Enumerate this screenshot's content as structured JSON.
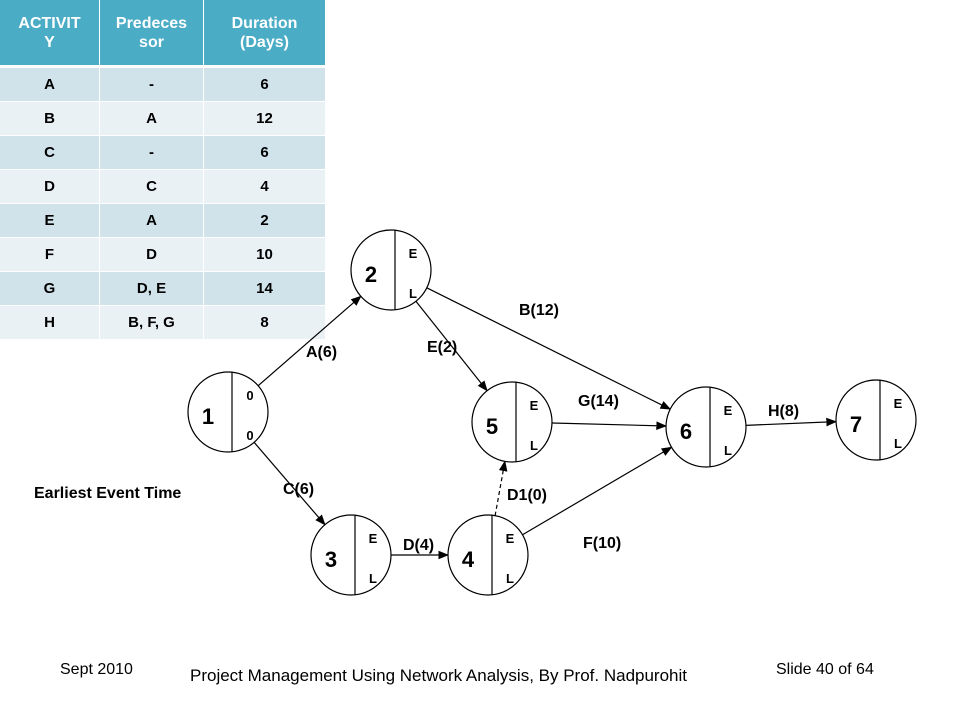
{
  "table": {
    "headers": [
      "ACTIVITY",
      "Predecessor",
      "Duration (Days)"
    ],
    "header_display": [
      "ACTIVIT<br>Y",
      "Predeces<br>sor",
      "Duration<br>(Days)"
    ],
    "rows": [
      [
        "A",
        "-",
        "6"
      ],
      [
        "B",
        "A",
        "12"
      ],
      [
        "C",
        "-",
        "6"
      ],
      [
        "D",
        "C",
        "4"
      ],
      [
        "E",
        "A",
        "2"
      ],
      [
        "F",
        "D",
        "10"
      ],
      [
        "G",
        "D, E",
        "14"
      ],
      [
        "H",
        "B, F, G",
        "8"
      ]
    ],
    "colors": {
      "header_bg": "#4bacc6",
      "row_odd": "#d0e3ea",
      "row_even": "#e9f1f5"
    }
  },
  "network": {
    "nodes": [
      {
        "id": "1",
        "top": "0",
        "bottom": "0"
      },
      {
        "id": "2",
        "top": "E",
        "bottom": "L"
      },
      {
        "id": "3",
        "top": "E",
        "bottom": "L"
      },
      {
        "id": "4",
        "top": "E",
        "bottom": "L"
      },
      {
        "id": "5",
        "top": "E",
        "bottom": "L"
      },
      {
        "id": "6",
        "top": "E",
        "bottom": "L"
      },
      {
        "id": "7",
        "top": "E",
        "bottom": "L"
      }
    ],
    "edges": [
      {
        "from": "1",
        "to": "2",
        "label": "A(6)"
      },
      {
        "from": "2",
        "to": "6",
        "label": "B(12)"
      },
      {
        "from": "2",
        "to": "5",
        "label": "E(2)"
      },
      {
        "from": "1",
        "to": "3",
        "label": "C(6)"
      },
      {
        "from": "3",
        "to": "4",
        "label": "D(4)"
      },
      {
        "from": "4",
        "to": "5",
        "label": "D1(0)",
        "dummy": true
      },
      {
        "from": "5",
        "to": "6",
        "label": "G(14)"
      },
      {
        "from": "4",
        "to": "6",
        "label": "F(10)"
      },
      {
        "from": "6",
        "to": "7",
        "label": "H(8)"
      }
    ]
  },
  "caption": "Earliest Event Time",
  "footer": {
    "date": "Sept 2010",
    "title": "Project Management Using Network Analysis, By Prof. Nadpurohit",
    "slide": "Slide 40 of 64"
  }
}
